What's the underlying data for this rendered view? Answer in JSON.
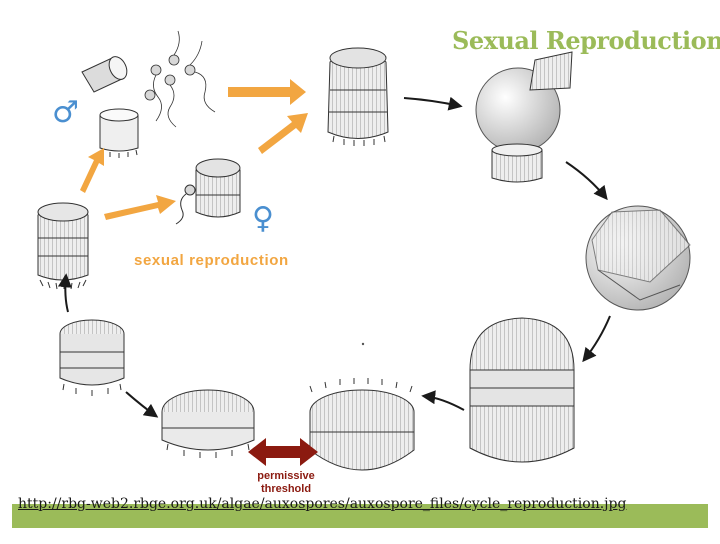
{
  "title": "Sexual Reproduction",
  "labels": {
    "sexual_reproduction": "sexual reproduction",
    "threshold_line1": "permissive",
    "threshold_line2": "threshold",
    "male_symbol": "♂",
    "female_symbol": "♀"
  },
  "source": {
    "url": "http://rbg-web2.rbge.org.uk/algae/auxospores/auxospore_files/cycle_reproduction.jpg"
  },
  "colors": {
    "title": "#9bbb59",
    "source_bar": "#9bbb59",
    "sexual_arrow": "#f2a641",
    "threshold_arrow": "#8b1a10",
    "cycle_arrow": "#1a1a1a",
    "gender_symbols": "#4a8fd0"
  }
}
